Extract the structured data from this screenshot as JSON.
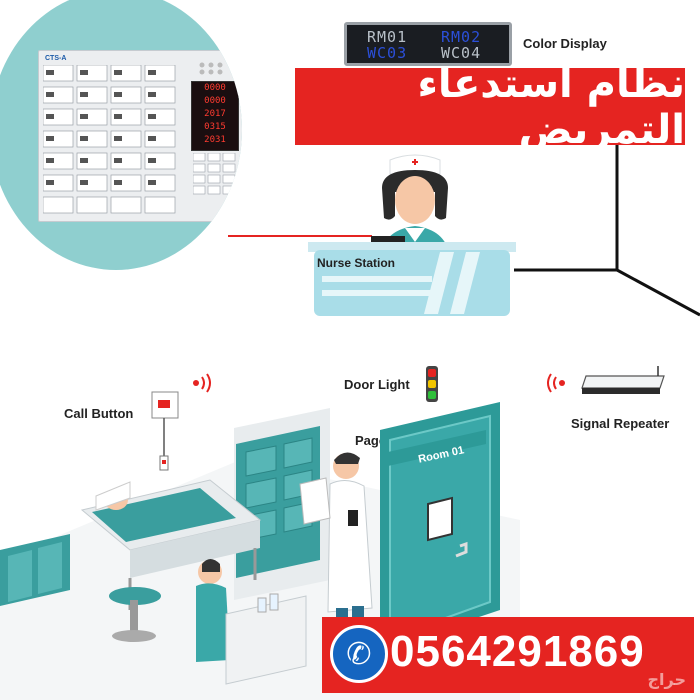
{
  "title_arabic": "نظام استدعاء التمريض",
  "labels": {
    "color_display": "Color Display",
    "nurse_station": "Nurse Station",
    "door_light": "Door Light",
    "call_button": "Call Button",
    "signal_repeater": "Signal Repeater",
    "pager": "Pager",
    "room": "Room 01"
  },
  "led_display": {
    "top_left": "RM01",
    "top_right": "RM02",
    "bottom_left": "WC03",
    "bottom_right": "WC04"
  },
  "panel": {
    "brand": "CTS-A",
    "readouts": [
      "0000",
      "0000",
      "2017",
      "0315",
      "2031"
    ]
  },
  "phone": "0564291869",
  "watermark": "حراج",
  "colors": {
    "banner_red": "#e52421",
    "teal": "#3aa8a8",
    "door_teal": "#2d9a98",
    "circle_bg": "#8fcfcf",
    "led_blue": "#2b4fd8",
    "phone_icon_blue": "#1565c0"
  },
  "icons": {
    "phone": "phone-icon",
    "wireless": "wireless-signal-icon"
  }
}
